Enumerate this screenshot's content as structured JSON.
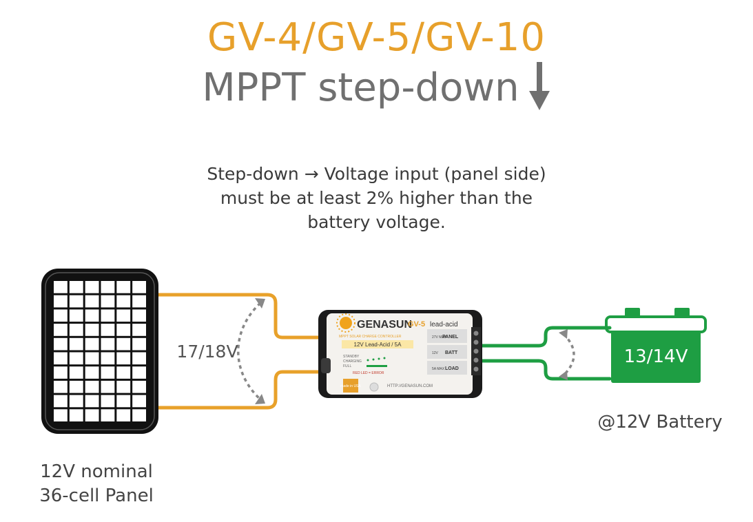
{
  "title": {
    "model_line": "GV-4/GV-5/GV-10",
    "mode_line": "MPPT step-down",
    "mode_icon": "arrow-down-icon"
  },
  "note": {
    "line1": "Step-down → Voltage input (panel side)",
    "line2": "must be at least 2% higher than the",
    "line3": "battery voltage."
  },
  "panel": {
    "label_line1": "12V nominal",
    "label_line2": "36-cell Panel",
    "voltage": "17/18V"
  },
  "battery": {
    "voltage": "13/14V",
    "label": "@12V Battery"
  },
  "controller": {
    "brand": "GENASUN",
    "model": "GV-5",
    "chem": "lead-acid",
    "subtitle": "MPPT SOLAR CHARGE CONTROLLER",
    "rating": "12V Lead-Acid / 5A",
    "status_standby": "STANDBY",
    "status_charging": "CHARGING",
    "status_full": "FULL",
    "status_error": "RED LED = ERROR",
    "made_in": "made in USA",
    "url": "HTTP://GENASUN.COM",
    "term_panel": "PANEL",
    "term_batt": "BATT",
    "term_load": "LOAD",
    "term_panel_side": "27V MAX",
    "term_batt_side": "12V",
    "term_load_side": "5A MAX"
  },
  "colors": {
    "orange_wire": "#e8a12a",
    "green_wire": "#1e9e43",
    "battery_fill": "#1e9e43",
    "title_orange": "#e7a02b",
    "title_gray": "#707070"
  }
}
